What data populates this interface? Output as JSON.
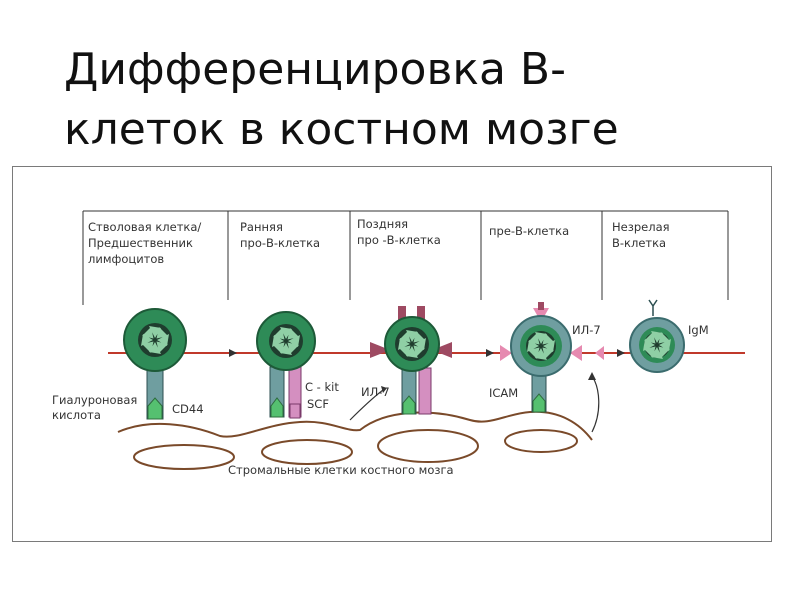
{
  "title": {
    "line1": "Дифференцировка В-",
    "line2": "клеток в костном мозге"
  },
  "stages": [
    {
      "line1": "Стволовая клетка/",
      "line2": "Предшественник",
      "line3": "лимфоцитов"
    },
    {
      "line1": "Ранняя",
      "line2": "про-В-клетка",
      "line3": ""
    },
    {
      "line1": "Поздняя",
      "line2": "про -В-клетка",
      "line3": ""
    },
    {
      "line1": "пре-В-клетка",
      "line2": "",
      "line3": ""
    },
    {
      "line1": "Незрелая",
      "line2": "В-клетка",
      "line3": ""
    }
  ],
  "labels": {
    "hyaluronic_1": "Гиалуроновая",
    "hyaluronic_2": "кислота",
    "cd44": "CD44",
    "ckit": "C - kit",
    "scf": "SCF",
    "il7_a": "ИЛ-7",
    "icam": "ICAM",
    "il7_b": "ИЛ-7",
    "igm": "IgM",
    "stroma": "Стромальные клетки костного мозга"
  },
  "colors": {
    "migration_line": "#c0392b",
    "cell_outer": "#2e8b57",
    "cell_inner": "#1f3d2e",
    "receptor_green": "#55c070",
    "receptor_teal": "#6f9ea0",
    "receptor_pink": "#d48fc0",
    "stroma": "#7a4a2a",
    "frame_line": "#333333"
  }
}
